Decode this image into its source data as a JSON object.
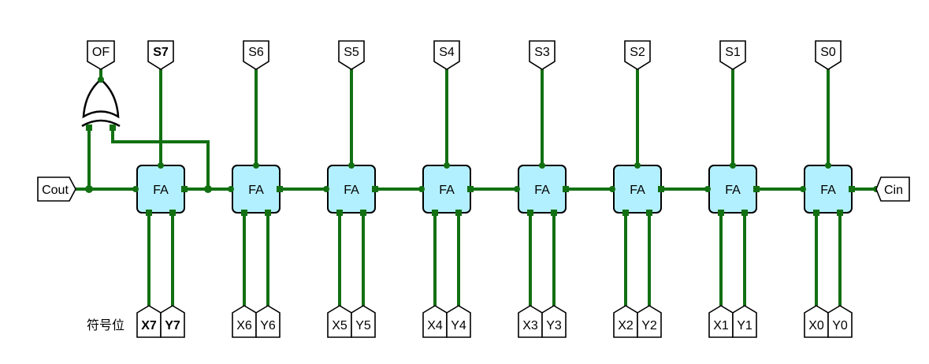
{
  "colors": {
    "wire": "#127012",
    "adder_fill": "#b3f0ff",
    "outline": "#000000",
    "background": "#ffffff"
  },
  "adders": [
    {
      "label": "FA",
      "sum": "S7",
      "x_in": "X7",
      "y_in": "Y7",
      "bold": true
    },
    {
      "label": "FA",
      "sum": "S6",
      "x_in": "X6",
      "y_in": "Y6",
      "bold": false
    },
    {
      "label": "FA",
      "sum": "S5",
      "x_in": "X5",
      "y_in": "Y5",
      "bold": false
    },
    {
      "label": "FA",
      "sum": "S4",
      "x_in": "X4",
      "y_in": "Y4",
      "bold": false
    },
    {
      "label": "FA",
      "sum": "S3",
      "x_in": "X3",
      "y_in": "Y3",
      "bold": false
    },
    {
      "label": "FA",
      "sum": "S2",
      "x_in": "X2",
      "y_in": "Y2",
      "bold": false
    },
    {
      "label": "FA",
      "sum": "S1",
      "x_in": "X1",
      "y_in": "Y1",
      "bold": false
    },
    {
      "label": "FA",
      "sum": "S0",
      "x_in": "X0",
      "y_in": "Y0",
      "bold": false
    }
  ],
  "overflow_output": "OF",
  "carry_out": "Cout",
  "carry_in": "Cin",
  "sign_bit_label": "符号位",
  "gate_type": "xor-gate"
}
